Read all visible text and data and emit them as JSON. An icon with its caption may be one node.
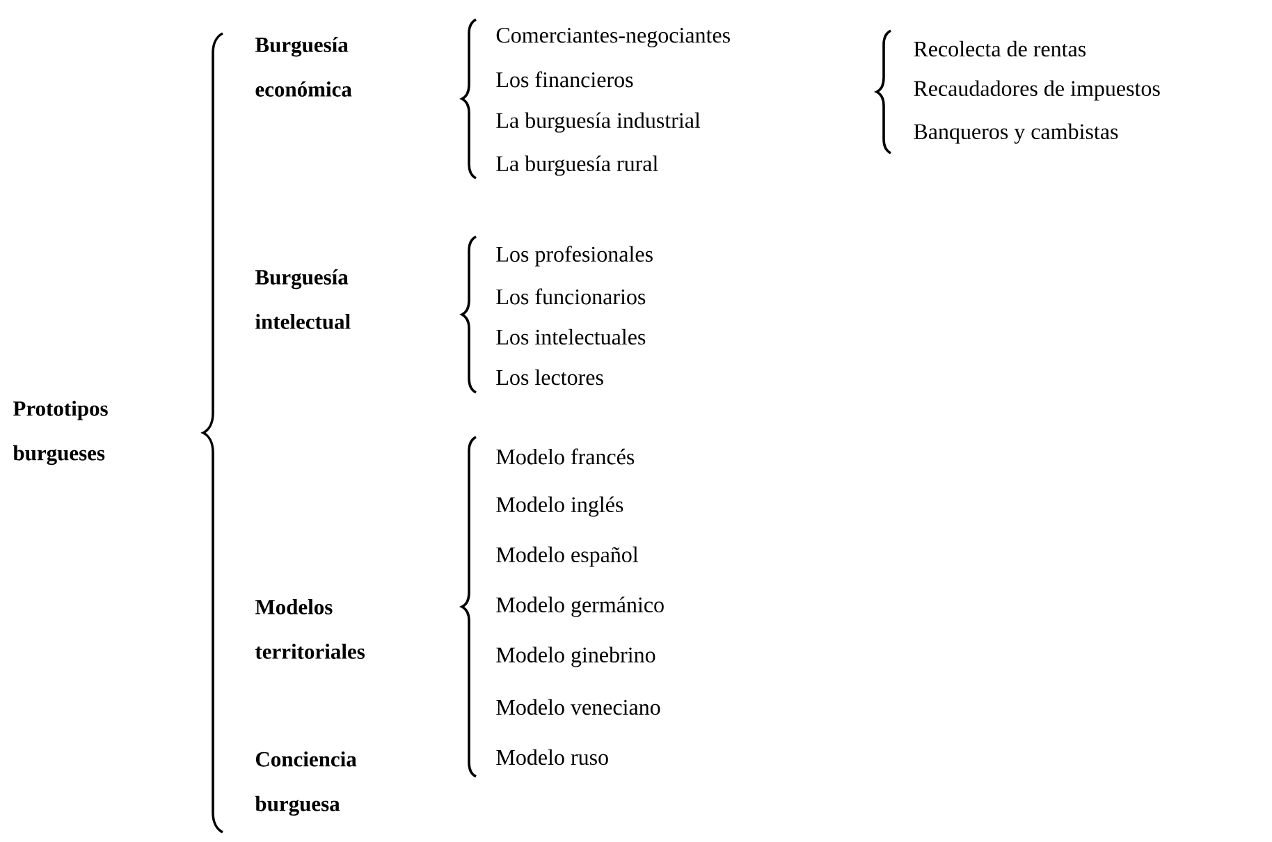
{
  "diagram": {
    "nodes": [
      {
        "text": [
          "Prototipos burgueses"
        ]
      },
      {
        "text": [
          "Burguesía económica"
        ]
      },
      {
        "text": [
          "Burguesía intelectual"
        ]
      },
      {
        "text": [
          "Modelos territoriales"
        ]
      },
      {
        "text": [
          "Conciencia burguesa"
        ]
      },
      {
        "text": [
          "Comerciantes-negociantes"
        ]
      },
      {
        "text": [
          "Los financieros"
        ]
      },
      {
        "text": [
          "La burguesía industrial"
        ]
      },
      {
        "text": [
          "La burguesía rural"
        ]
      },
      {
        "text": [
          "Recolecta de rentas"
        ]
      },
      {
        "text": [
          "Recaudadores de impuestos"
        ]
      },
      {
        "text": [
          "Banqueros y cambistas"
        ]
      },
      {
        "text": [
          "Los profesionales"
        ]
      },
      {
        "text": [
          "Los funcionarios"
        ]
      },
      {
        "text": [
          "Los intelectuales"
        ]
      },
      {
        "text": [
          "Los lectores"
        ]
      },
      {
        "text": [
          "Modelo francés"
        ]
      },
      {
        "text": [
          "Modelo inglés"
        ]
      },
      {
        "text": [
          "Modelo español"
        ]
      },
      {
        "text": [
          "Modelo germánico"
        ]
      },
      {
        "text": [
          "Modelo ginebrino"
        ]
      },
      {
        "text": [
          "Modelo veneciano"
        ]
      },
      {
        "text": [
          "Modelo ruso"
        ]
      }
    ]
  }
}
